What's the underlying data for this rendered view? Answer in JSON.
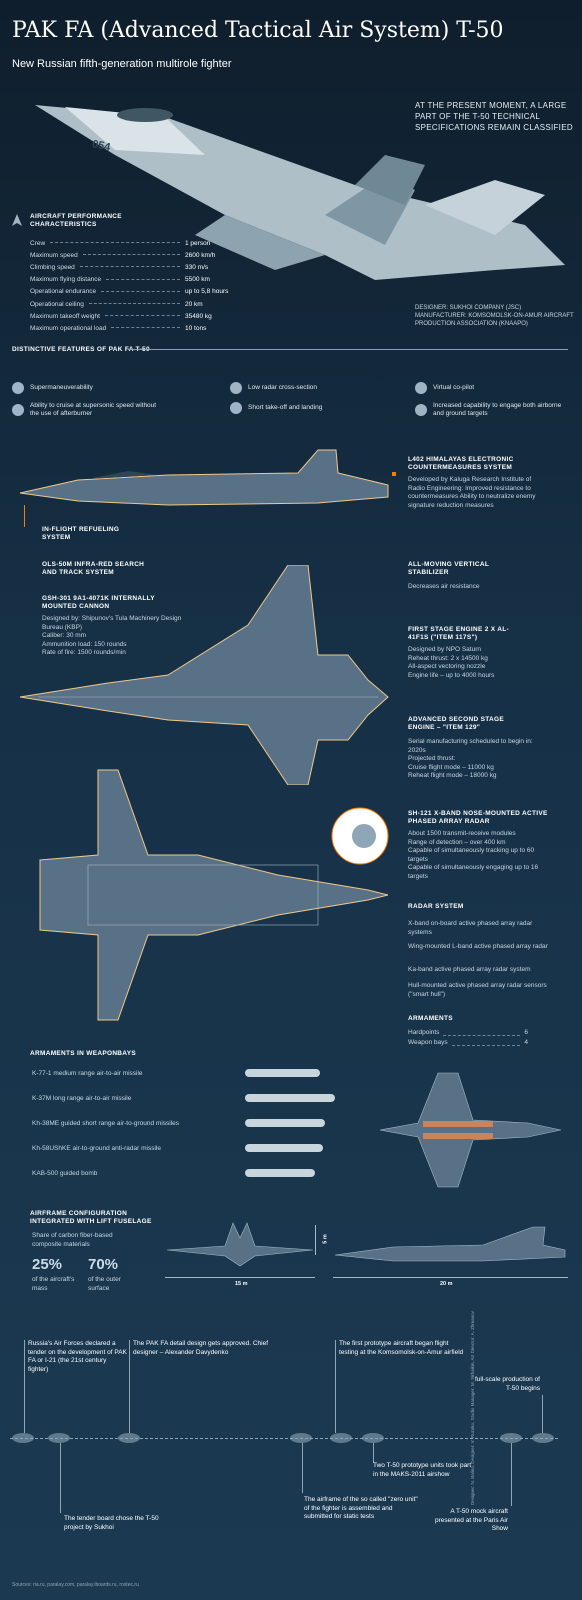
{
  "title": "PAK FA (Advanced Tactical Air System) T-50",
  "subtitle": "New Russian fifth-generation multirole fighter",
  "classified_note": "At the present moment, a large part of the T-50 technical specifications remain classified",
  "tail_number": "054",
  "performance": {
    "heading": "Aircraft performance characteristics",
    "rows": [
      {
        "label": "Crew",
        "value": "1 person"
      },
      {
        "label": "Maximum speed",
        "value": "2600 km/h"
      },
      {
        "label": "Climbing speed",
        "value": "330 m/s"
      },
      {
        "label": "Maximum flying distance",
        "value": "5500 km"
      },
      {
        "label": "Operational endurance",
        "value": "up to 5,8 hours"
      },
      {
        "label": "Operational ceiling",
        "value": "20 km"
      },
      {
        "label": "Maximum takeoff weight",
        "value": "35480 kg"
      },
      {
        "label": "Maximum operational load",
        "value": "10 tons"
      }
    ]
  },
  "designer": {
    "designer": "Designer: Sukhoi Company (JSC)",
    "manufacturer": "Manufacturer: Komsomolsk-on-Amur Aircraft Production Association (KnAAPO)"
  },
  "features_heading": "Distinctive features of PAK FA T-50",
  "features": [
    {
      "label": "Supermaneuverability",
      "icon": "jet-icon"
    },
    {
      "label": "Ability to cruise at supersonic speed without the use of afterburner",
      "icon": "jet-icon"
    },
    {
      "label": "Low radar cross-section",
      "icon": "jet-icon"
    },
    {
      "label": "Short take-off and landing",
      "icon": "jet-icon"
    },
    {
      "label": "Virtual co-pilot",
      "icon": "jet-icon"
    },
    {
      "label": "Increased capability to engage both airborne and ground targets",
      "icon": "jet-icon"
    }
  ],
  "callouts": {
    "himalayas": {
      "heading": "L402 Himalayas electronic countermeasures system",
      "text": "Developed by Kaluga Research Institute of Radio Engineering: Improved resistance to countermeasures Ability to neutralize enemy signature reduction measures"
    },
    "refueling": {
      "heading": "In-flight refueling system"
    },
    "ols": {
      "heading": "OLS-50M infra-red search and track system"
    },
    "cannon": {
      "heading": "GSh-301 9A1-4071K internally mounted cannon",
      "text1": "Designed by: Shipunov's Tula Machinery Design Bureau (KBP)",
      "caliber": "Caliber: 30 mm",
      "ammo": "Ammunition load: 150 rounds",
      "rate": "Rate of fire: 1500 rounds/min"
    },
    "stabilizer": {
      "heading": "All-moving vertical stabilizer",
      "text": "Decreases air resistance"
    },
    "engine1": {
      "heading": "First stage engine 2 x AL-41F1S (\"item 117S\")",
      "l1": "Designed by NPO Saturn",
      "l2": "Reheat thrust: 2 x 14500 kg",
      "l3": "All-aspect vectoring nozzle",
      "l4": "Engine life – up to 4000 hours"
    },
    "engine2": {
      "heading": "Advanced second stage engine – \"item 129\"",
      "l1": "Serial manufacturing scheduled to begin in: 2020s",
      "l2": "Projected thrust:",
      "l3": "Cruise flight mode – 11000 kg",
      "l4": "Reheat flight mode – 18000 kg"
    },
    "radar": {
      "heading": "Sh-121 X-band nose-mounted active phased array radar",
      "l1": "About 1500 transmit-receive modules",
      "l2": "Range of detection – over 400 km",
      "l3": "Capable of simultaneously tracking up to 60 targets",
      "l4": "Capable of simultaneously engaging up to 16 targets"
    },
    "radar_system": {
      "heading": "Radar system",
      "items": [
        "X-band on-board active phased array radar systems",
        "Wing-mounted L-band active phased array radar",
        "Ka-band active phased array radar system",
        "Hull-mounted active phased array radar sensors (\"smart hull\")"
      ]
    }
  },
  "armaments": {
    "heading": "Armaments",
    "rows": [
      {
        "label": "Hardpoints",
        "value": "6"
      },
      {
        "label": "Weapon bays",
        "value": "4"
      }
    ]
  },
  "weaponbays": {
    "heading": "Armaments in weaponbays",
    "items": [
      "K-77-1 medium range air-to-air missile",
      "K-37M long range air-to-air missile",
      "Kh-38ME guided short range air-to-ground missiles",
      "Kh-58UShKE air-to-ground anti-radar missile",
      "KAB-500 guided bomb"
    ]
  },
  "airframe": {
    "heading": "Airframe configuration integrated with lift fuselage",
    "text": "Share of carbon fiber-based composite materials",
    "pct1": "25%",
    "pct1_label": "of the aircraft's mass",
    "pct2": "70%",
    "pct2_label": "of the outer surface",
    "dim_height": "5 m",
    "dim_span": "15 m",
    "dim_length": "20 m"
  },
  "timeline": {
    "events": [
      "Russia's Air Forces declared a tender on the development of PAK FA or I-21 (the 21st century fighter)",
      "The PAK FA detail design gets approved. Chief designer – Alexander Davydenko",
      "The first prototype aircraft began flight testing at the Komsomolsk-on-Amur airfield",
      "full-scale production of T-50 begins",
      "Two T-50 prototype units took part in the MAKS-2011 airshow",
      "The tender board chose the T-50 project by Sukhoi",
      "The airframe of the so called \"zero unit\" of the fighter is assembled and submitted for static tests",
      "A T-50 mock aircraft presented at the Paris Air Show"
    ]
  },
  "sources": "Sources: ria.ru, paralay.com, paralay.iboards.ru, rostec.ru",
  "credits": "Designer: N. Balina, Designer: V. Ruzako, Studio Manager: M. Sirbaikin, Art Director: A. Zhmanov"
}
